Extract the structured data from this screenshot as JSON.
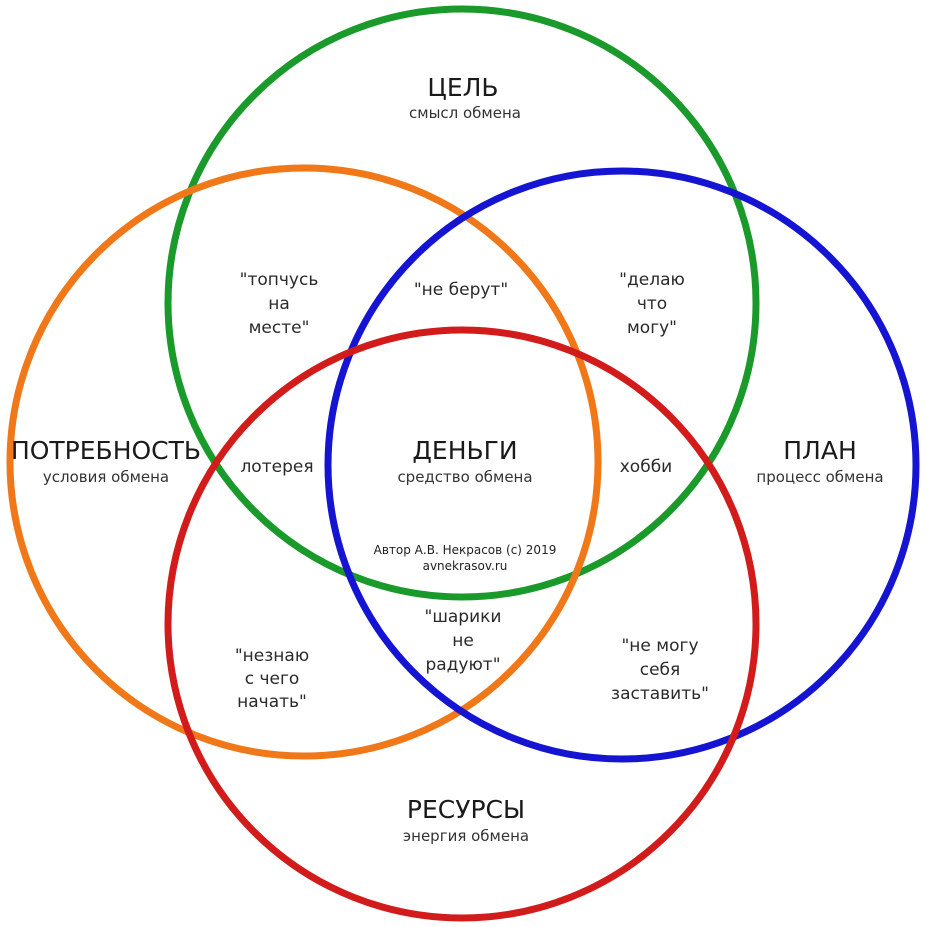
{
  "colors": {
    "goal": "#1a9a2a",
    "need": "#f07818",
    "plan": "#1414d2",
    "resources": "#d21c1c"
  },
  "circles": {
    "goal": {
      "title": "ЦЕЛЬ",
      "subtitle": "смысл обмена"
    },
    "need": {
      "title": "ПОТРЕБНОСТЬ",
      "subtitle": "условия обмена"
    },
    "plan": {
      "title": "ПЛАН",
      "subtitle": "процесс обмена"
    },
    "resources": {
      "title": "РЕСУРСЫ",
      "subtitle": "энергия обмена"
    }
  },
  "center": {
    "title": "ДЕНЬГИ",
    "subtitle": "средство обмена"
  },
  "regions": {
    "goal_need": [
      "\"топчусь",
      "на",
      "месте\""
    ],
    "goal_center": [
      "\"не берут\""
    ],
    "goal_plan": [
      "\"делаю",
      "что",
      "могу\""
    ],
    "need_center": [
      "лотерея"
    ],
    "plan_center": [
      "хобби"
    ],
    "need_resources": [
      "\"незнаю",
      "с чего",
      "начать\""
    ],
    "resources_center": [
      "\"шарики",
      "не",
      "радуют\""
    ],
    "plan_resources": [
      "\"не могу",
      "себя",
      "заставить\""
    ]
  },
  "credit": {
    "line1": "Автор А.В. Некрасов (с) 2019",
    "line2": "avnekrasov.ru"
  }
}
